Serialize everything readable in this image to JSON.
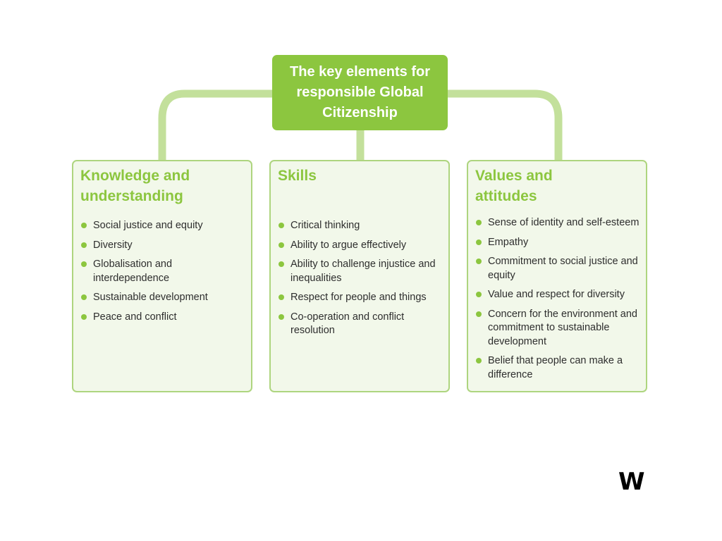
{
  "diagram": {
    "root": {
      "lines": [
        "The key elements for",
        "responsible Global",
        "Citizenship"
      ]
    },
    "panels": [
      {
        "title_lines": [
          "Knowledge and",
          "understanding"
        ],
        "items": [
          "Social justice and equity",
          "Diversity",
          "Globalisation and interdependence",
          "Sustainable development",
          "Peace and conflict"
        ]
      },
      {
        "title_lines": [
          "Skills"
        ],
        "items": [
          "Critical thinking",
          "Ability to argue effectively",
          "Ability to challenge injustice and inequalities",
          "Respect for people and things",
          "Co-operation and conflict resolution"
        ]
      },
      {
        "title_lines": [
          "Values and",
          "attitudes"
        ],
        "items": [
          "Sense of identity and self-esteem",
          "Empathy",
          "Commitment to social justice and equity",
          "Value and respect for diversity",
          "Concern for the environment and commitment to sustainable development",
          "Belief that people can make a difference"
        ]
      }
    ]
  },
  "logo": {
    "text": "W"
  },
  "colors": {
    "accent_green": "#8cc63f",
    "connector_green": "#c3e09b",
    "panel_border": "#aed57f",
    "panel_fill": "#f2f8ea",
    "body_text": "#2e2e2e"
  }
}
